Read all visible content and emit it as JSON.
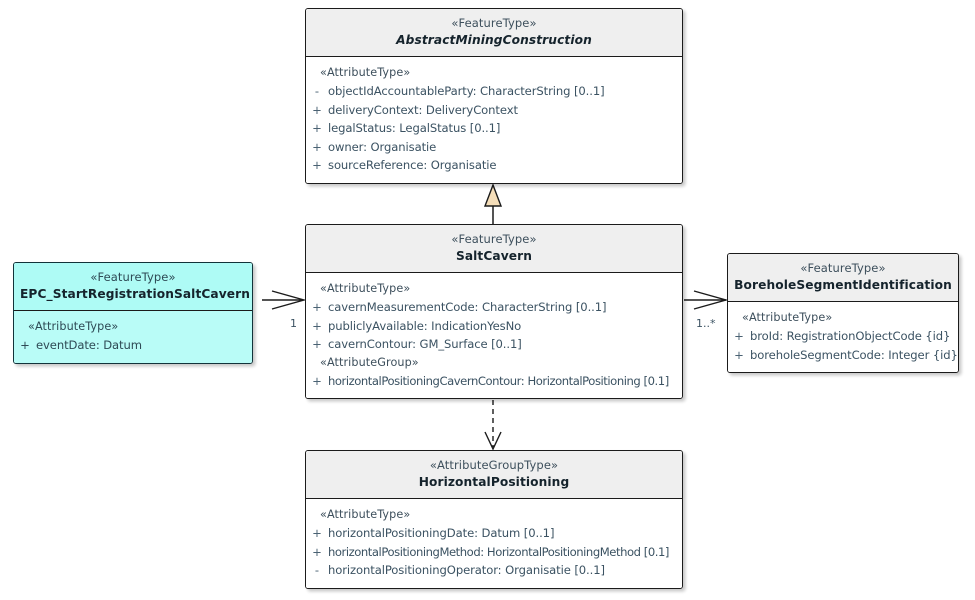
{
  "diagram": {
    "title": "SaltCavern UML class diagram",
    "colors": {
      "header_gray": "#EFEFEF",
      "accent_cyan": "#AEFBF5",
      "border": "#1B1B1B",
      "attribute_text": "#3B5262",
      "generalization_fill": "#F5DEB9"
    },
    "classes": [
      {
        "id": "abstract-mining-construction",
        "stereotype": "«FeatureType»",
        "name": "AbstractMiningConstruction",
        "italic": true,
        "accent": false,
        "compartments": [
          {
            "title": "«AttributeType»",
            "attributes": [
              {
                "visibility": "-",
                "text": "objectIdAccountableParty: CharacterString [0..1]"
              },
              {
                "visibility": "+",
                "text": "deliveryContext: DeliveryContext"
              },
              {
                "visibility": "+",
                "text": "legalStatus: LegalStatus [0..1]"
              },
              {
                "visibility": "+",
                "text": "owner: Organisatie"
              },
              {
                "visibility": "+",
                "text": "sourceReference: Organisatie"
              }
            ]
          }
        ]
      },
      {
        "id": "salt-cavern",
        "stereotype": "«FeatureType»",
        "name": "SaltCavern",
        "italic": false,
        "accent": false,
        "compartments": [
          {
            "title": "«AttributeType»",
            "attributes": [
              {
                "visibility": "+",
                "text": "cavernMeasurementCode: CharacterString [0..1]"
              },
              {
                "visibility": "+",
                "text": "publiclyAvailable: IndicationYesNo"
              },
              {
                "visibility": "+",
                "text": "cavernContour: GM_Surface [0..1]"
              }
            ]
          },
          {
            "title": "«AttributeGroup»",
            "attributes": [
              {
                "visibility": "+",
                "text": "horizontalPositioningCavernContour: HorizontalPositioning [0.1]",
                "tight": true
              }
            ]
          }
        ]
      },
      {
        "id": "epc-start-registration-salt-cavern",
        "stereotype": "«FeatureType»",
        "name": "EPC_StartRegistrationSaltCavern",
        "italic": false,
        "accent": true,
        "compartments": [
          {
            "title": "«AttributeType»",
            "attributes": [
              {
                "visibility": "+",
                "text": "eventDate: Datum"
              }
            ]
          }
        ]
      },
      {
        "id": "borehole-segment-identification",
        "stereotype": "«FeatureType»",
        "name": "BoreholeSegmentIdentification",
        "italic": false,
        "accent": false,
        "compartments": [
          {
            "title": "«AttributeType»",
            "attributes": [
              {
                "visibility": "+",
                "text": "broId: RegistrationObjectCode {id}"
              },
              {
                "visibility": "+",
                "text": "boreholeSegmentCode: Integer {id}"
              }
            ]
          }
        ]
      },
      {
        "id": "horizontal-positioning",
        "stereotype": "«AttributeGroupType»",
        "name": "HorizontalPositioning",
        "italic": false,
        "accent": false,
        "compartments": [
          {
            "title": "«AttributeType»",
            "attributes": [
              {
                "visibility": "+",
                "text": "horizontalPositioningDate: Datum [0..1]"
              },
              {
                "visibility": "+",
                "text": "horizontalPositioningMethod: HorizontalPositioningMethod [0.1]",
                "tight": true
              },
              {
                "visibility": "-",
                "text": "horizontalPositioningOperator: Organisatie [0..1]"
              }
            ]
          }
        ]
      }
    ],
    "connectors": [
      {
        "id": "generalization-saltcavern-abstractmining",
        "type": "generalization",
        "from": "salt-cavern",
        "to": "abstract-mining-construction",
        "label": ""
      },
      {
        "id": "association-epc-saltcavern",
        "type": "association",
        "from": "epc-start-registration-salt-cavern",
        "to": "salt-cavern",
        "label": "1"
      },
      {
        "id": "association-saltcavern-borehole",
        "type": "association",
        "from": "salt-cavern",
        "to": "borehole-segment-identification",
        "label": "1..*"
      },
      {
        "id": "dependency-saltcavern-horizontalpositioning",
        "type": "dependency",
        "from": "salt-cavern",
        "to": "horizontal-positioning",
        "label": ""
      }
    ]
  }
}
